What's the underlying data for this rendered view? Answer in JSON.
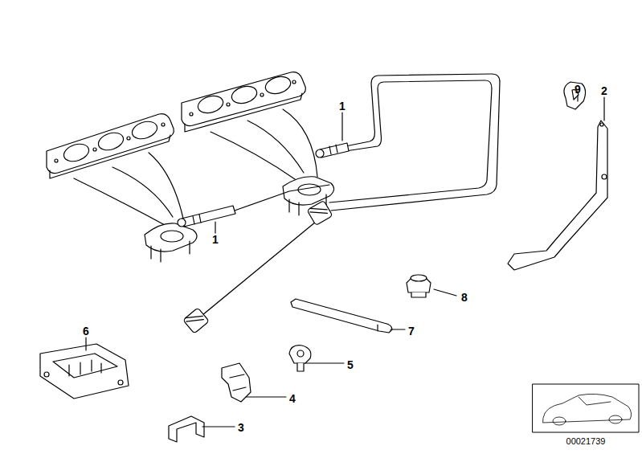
{
  "diagram": {
    "labels": [
      "1",
      "1",
      "9",
      "2",
      "8",
      "7",
      "6",
      "5",
      "4",
      "3",
      "00021739"
    ]
  }
}
